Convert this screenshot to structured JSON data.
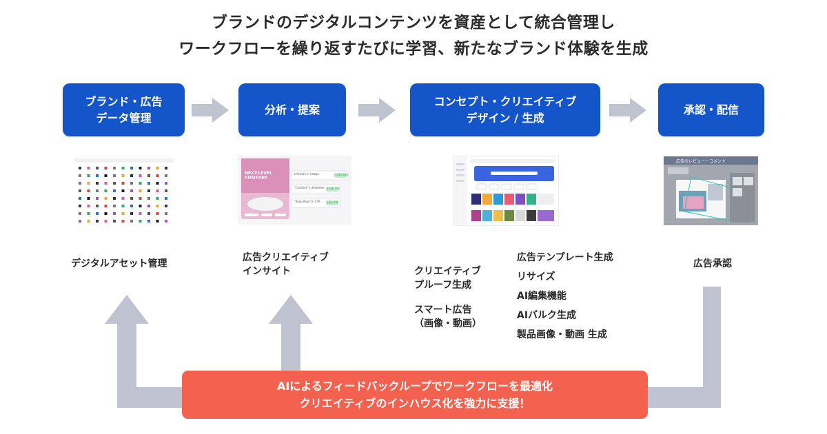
{
  "headline": {
    "line1": "ブランドのデジタルコンテンツを資産として統合管理し",
    "line2": "ワークフローを繰り返すたびに学習、新たなブランド体験を生成"
  },
  "steps": [
    {
      "line1": "ブランド・広告",
      "line2": "データ管理"
    },
    {
      "line1": "分析・提案"
    },
    {
      "line1": "コンセプト・クリエイティブ",
      "line2": "デザイン / 生成"
    },
    {
      "line1": "承認・配信"
    }
  ],
  "screenshot2": {
    "hero_line1": "NEXT-LEVEL",
    "hero_line2": "COMFORT",
    "insights": [
      {
        "text": "\"Comfort\" in Headline",
        "pct": "+12% CTR"
      },
      {
        "text": "\"Shop Now\" in CTA",
        "pct": "+8% CTR"
      }
    ],
    "top_item": {
      "text": "Lifestyle in image",
      "pct": "+15% CVR"
    }
  },
  "screenshot4": {
    "title": "広告のレビュー・コメント"
  },
  "captions": {
    "c1": "デジタルアセット管理",
    "c2_line1": "広告クリエイティブ",
    "c2_line2": "インサイト",
    "c3a_line1": "クリエイティブ",
    "c3a_line2": "プルーフ生成",
    "c3b_line1": "スマート広告",
    "c3b_line2": "（画像・動画）",
    "c3c": [
      "広告テンプレート生成",
      "リサイズ",
      "AI編集機能",
      "AIバルク生成",
      "製品画像・動画 生成"
    ],
    "c4": "広告承認"
  },
  "banner": {
    "line1": "AIによるフィードバックループでワークフローを最適化",
    "line2": "クリエイティブのインハウス化を強力に支援！"
  },
  "colors": {
    "step_blue": "#1456c9",
    "banner_red": "#f4614e",
    "arrow_gray": "#bfc2cf"
  }
}
